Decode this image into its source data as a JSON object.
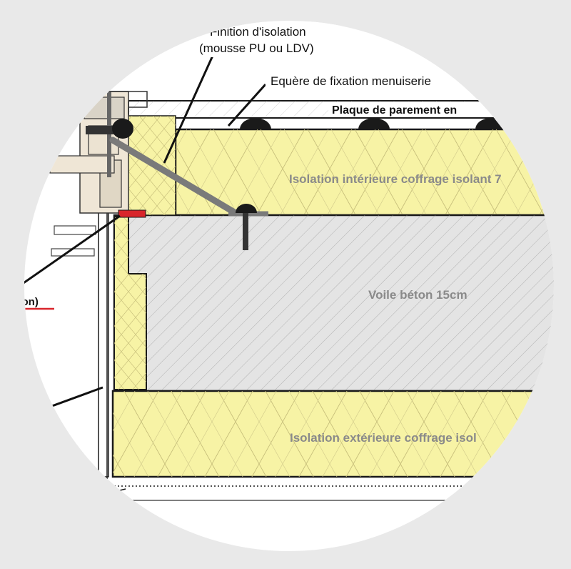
{
  "labels": {
    "finition_line1": "Finition d'isolation",
    "finition_line2": "(mousse PU ou LDV)",
    "equerre": "Equère de fixation menuiserie",
    "plaque": "Plaque de parement en",
    "isolation_interieure": "Isolation intérieure coffrage isolant 7",
    "voile_beton": "Voile béton 15cm",
    "isolation_exterieure": "Isolation extérieure coffrage isol",
    "beton_fragment": "béton)"
  },
  "colors": {
    "background": "#e9e9e9",
    "circle": "#ffffff",
    "insulation": "#f7f3a5",
    "concrete": "#e4e4e4",
    "outline": "#1a1a1a",
    "bracket": "#7a7a7a",
    "seal": "#d9252b",
    "underline": "#d9252b",
    "layer_text": "#8a8a8a"
  },
  "icons": [
    "window-frame-icon",
    "bracket-icon",
    "seal-icon",
    "fixing-bolt-icon"
  ]
}
